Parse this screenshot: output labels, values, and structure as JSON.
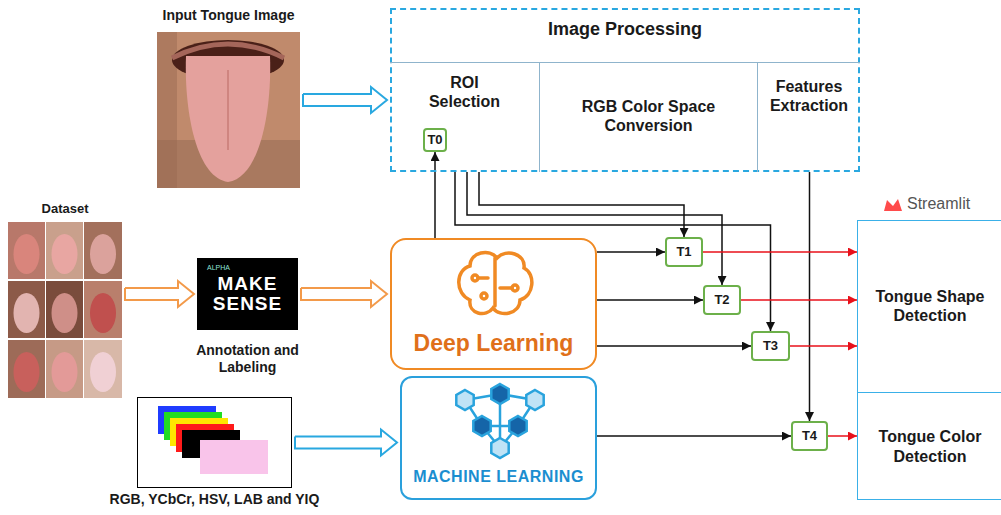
{
  "diagram": {
    "nodes": [
      {
        "text": [
          "Input Tongue Image"
        ]
      },
      {
        "text": [
          "Image Processing"
        ]
      },
      {
        "text": [
          "ROI Selection"
        ],
        "in": 1
      },
      {
        "text": [
          "T0"
        ],
        "in": 2
      },
      {
        "text": [
          "RGB Color Space Conversion"
        ],
        "in": 1
      },
      {
        "text": [
          "Features Extraction"
        ],
        "in": 1
      },
      {
        "text": [
          "Dataset"
        ]
      },
      {
        "text": [
          "ALPHA",
          "MAKE SENSE",
          "Annotation and Labeling"
        ]
      },
      {
        "text": [
          "Deep Learning"
        ]
      },
      {
        "text": [
          "T1"
        ]
      },
      {
        "text": [
          "T2"
        ]
      },
      {
        "text": [
          "T3"
        ]
      },
      {
        "text": [
          "Streamlit"
        ]
      },
      {
        "text": [
          "Tongue Shape Detection"
        ],
        "in": 12
      },
      {
        "text": [
          "Tongue Color Detection"
        ],
        "in": 12
      },
      {
        "text": [
          "RGB, YCbCr, HSV, LAB and YIQ"
        ]
      },
      {
        "text": [
          "MACHINE LEARNING"
        ]
      },
      {
        "text": [
          "T4"
        ]
      }
    ],
    "edges": [
      {
        "from": 0,
        "to": 1,
        "arrow": "to"
      },
      {
        "from": 6,
        "to": 7,
        "arrow": "to"
      },
      {
        "from": 7,
        "to": 8,
        "arrow": "to"
      },
      {
        "from": 15,
        "to": 16,
        "arrow": "to"
      },
      {
        "from": 8,
        "to": 3,
        "arrow": "to"
      },
      {
        "from": 8,
        "to": 9,
        "arrow": "to"
      },
      {
        "from": 8,
        "to": 10,
        "arrow": "to"
      },
      {
        "from": 8,
        "to": 11,
        "arrow": "to"
      },
      {
        "from": 2,
        "to": 9,
        "arrow": "to"
      },
      {
        "from": 2,
        "to": 10,
        "arrow": "to"
      },
      {
        "from": 2,
        "to": 11,
        "arrow": "to"
      },
      {
        "from": 5,
        "to": 17,
        "arrow": "to"
      },
      {
        "from": 16,
        "to": 17,
        "arrow": "to"
      },
      {
        "from": 9,
        "to": 13,
        "arrow": "to"
      },
      {
        "from": 10,
        "to": 13,
        "arrow": "to"
      },
      {
        "from": 11,
        "to": 13,
        "arrow": "to"
      },
      {
        "from": 17,
        "to": 14,
        "arrow": "to"
      }
    ]
  }
}
